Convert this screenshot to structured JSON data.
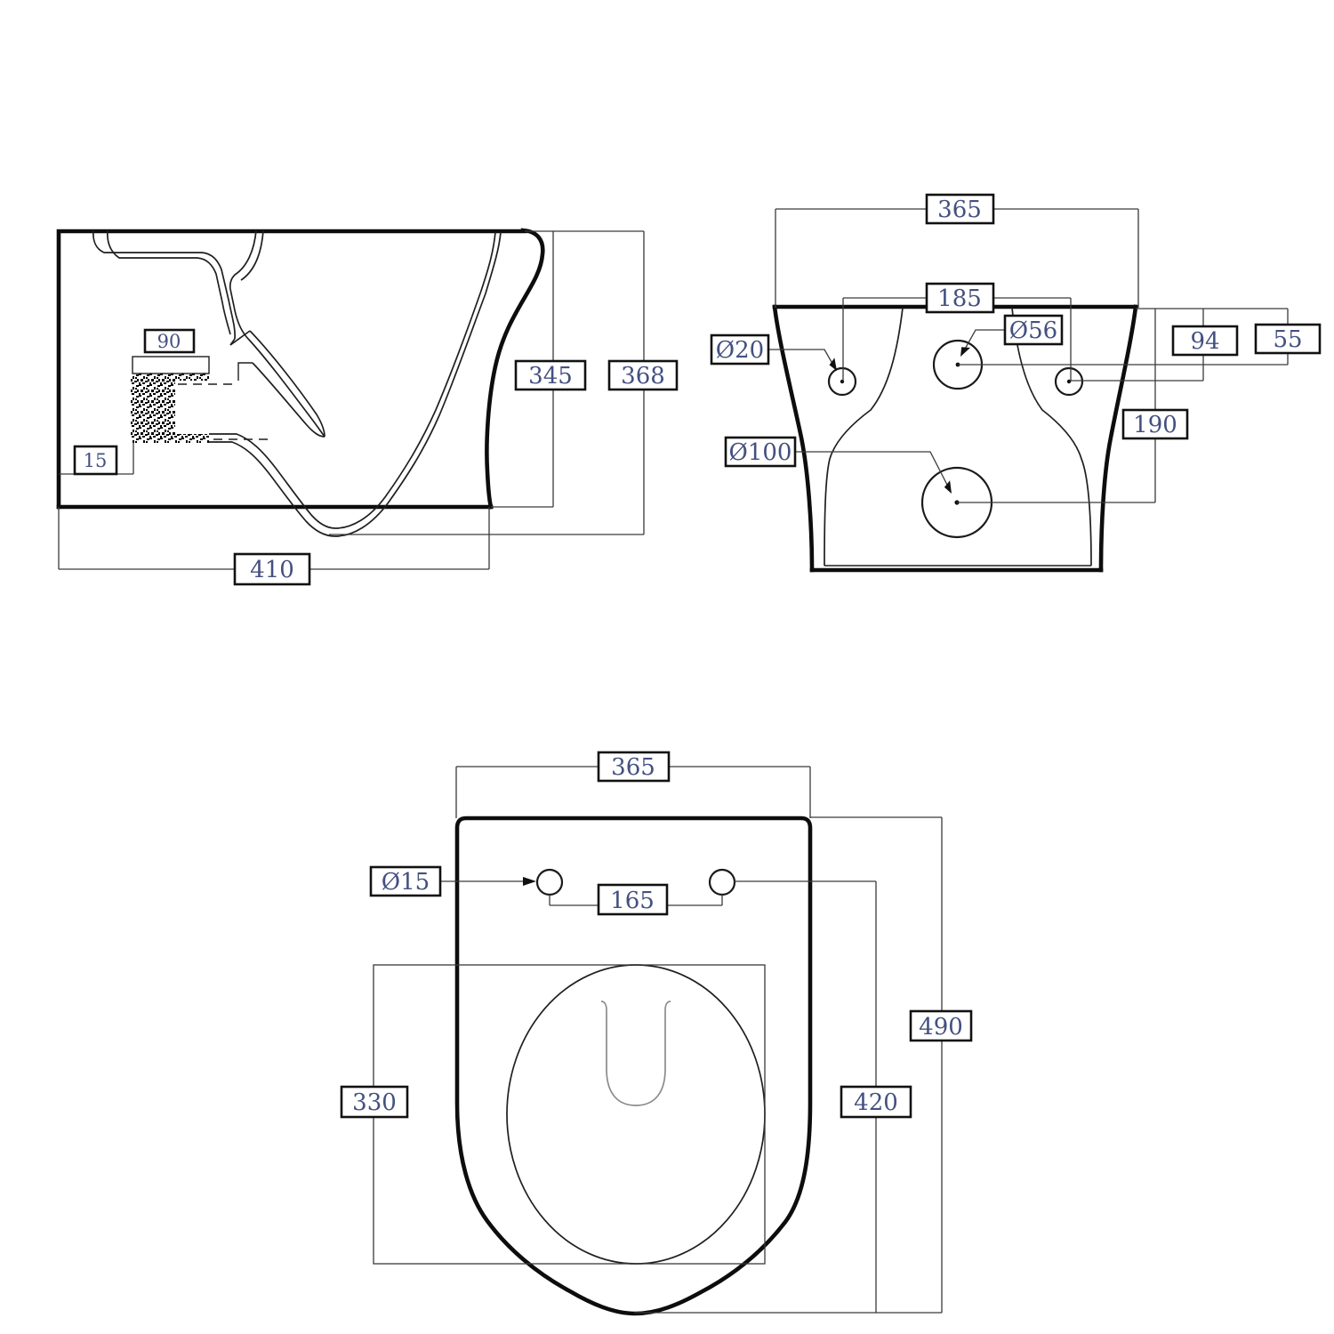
{
  "drawing": {
    "type": "sanitary-ware technical drawing, three orthographic views of a wall-hung toilet",
    "views": {
      "side": {
        "label": "side section view",
        "dims": {
          "pipe_width": "90",
          "wall_offset": "15",
          "height_inner": "345",
          "height_overall": "368",
          "depth": "410"
        }
      },
      "rear": {
        "label": "rear view",
        "dims": {
          "width": "365",
          "hole_spacing": "185",
          "fixing_hole_dia": "Ø20",
          "inlet_dia": "Ø56",
          "fixing_hole_depth": "94",
          "inlet_depth": "55",
          "outlet_depth": "190",
          "outlet_dia": "Ø100"
        }
      },
      "top": {
        "label": "top view",
        "dims": {
          "width": "365",
          "seat_hole_dia": "Ø15",
          "seat_hole_spacing": "165",
          "bowl_length": "330",
          "overall_depth": "490",
          "hole_row_to_front": "420"
        }
      }
    },
    "colors": {
      "line": "#1a1a1a",
      "dim_text": "#445080",
      "box_border": "#111111",
      "background": "#ffffff"
    }
  }
}
